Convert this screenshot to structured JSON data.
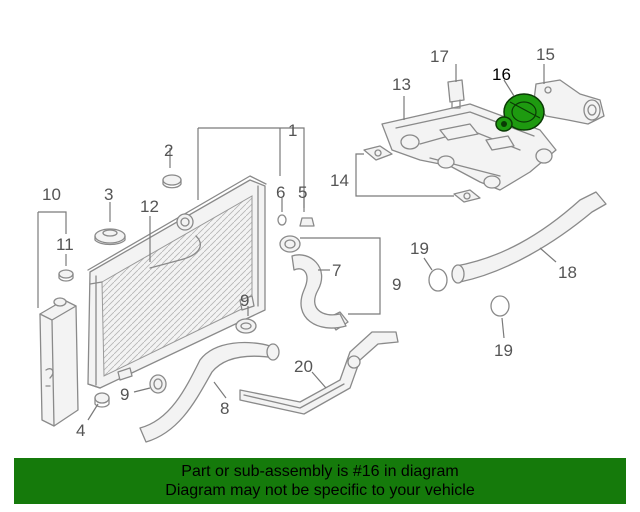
{
  "diagram": {
    "callouts": [
      {
        "id": "1",
        "text": "1"
      },
      {
        "id": "2",
        "text": "2"
      },
      {
        "id": "3",
        "text": "3"
      },
      {
        "id": "4",
        "text": "4"
      },
      {
        "id": "5",
        "text": "5"
      },
      {
        "id": "6",
        "text": "6"
      },
      {
        "id": "7",
        "text": "7"
      },
      {
        "id": "8",
        "text": "8"
      },
      {
        "id": "9a",
        "text": "9"
      },
      {
        "id": "9b",
        "text": "9"
      },
      {
        "id": "9c",
        "text": "9"
      },
      {
        "id": "10",
        "text": "10"
      },
      {
        "id": "11",
        "text": "11"
      },
      {
        "id": "12",
        "text": "12"
      },
      {
        "id": "13",
        "text": "13"
      },
      {
        "id": "14",
        "text": "14"
      },
      {
        "id": "15",
        "text": "15"
      },
      {
        "id": "16",
        "text": "16",
        "highlighted": true
      },
      {
        "id": "17",
        "text": "17"
      },
      {
        "id": "18",
        "text": "18"
      },
      {
        "id": "19a",
        "text": "19"
      },
      {
        "id": "19b",
        "text": "19"
      },
      {
        "id": "20",
        "text": "20"
      }
    ],
    "highlight_color": "#1e9a10",
    "line_color": "#8a8a8a"
  },
  "banner": {
    "line1": "Part or sub-assembly is #16 in diagram",
    "line2": "Diagram may not be specific to your vehicle",
    "background": "#157a0b"
  }
}
